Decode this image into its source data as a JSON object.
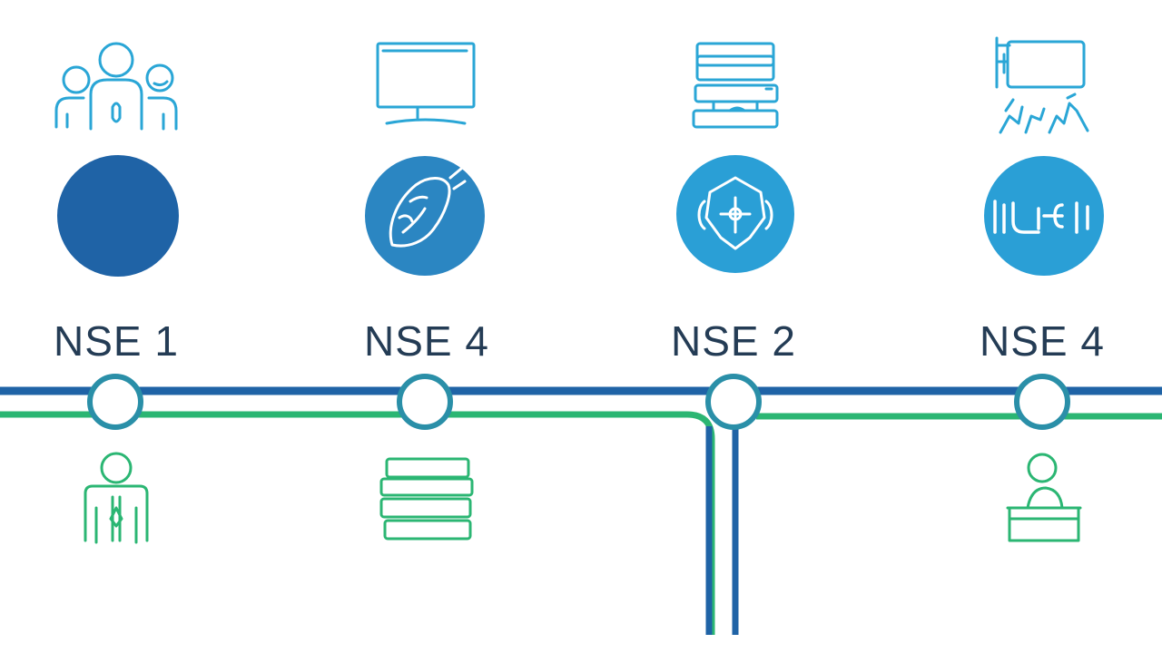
{
  "diagram": {
    "stages": [
      {
        "label": "NSE 1",
        "top_icon": "group-of-people-icon",
        "badge_icon": "",
        "bottom_icon": "person-icon"
      },
      {
        "label": "NSE 4",
        "top_icon": "monitor-icon",
        "badge_icon": "hand-drawn-shape-icon",
        "bottom_icon": "stacked-boxes-icon"
      },
      {
        "label": "NSE 2",
        "top_icon": "stacked-servers-icon",
        "badge_icon": "network-shield-icon",
        "bottom_icon": ""
      },
      {
        "label": "NSE 4",
        "top_icon": "presentation-board-icon",
        "badge_icon": "circuit-symbol-icon",
        "bottom_icon": "person-at-desk-icon"
      }
    ]
  },
  "colors": {
    "dark_blue": "#1f63a6",
    "mid_blue": "#2b86c2",
    "light_blue": "#2a9fd6",
    "cyan_outline": "#2aa6d6",
    "green": "#2bb673",
    "teal_node": "#2a8fa8",
    "label_text": "#243c55",
    "background": "#ffffff"
  }
}
